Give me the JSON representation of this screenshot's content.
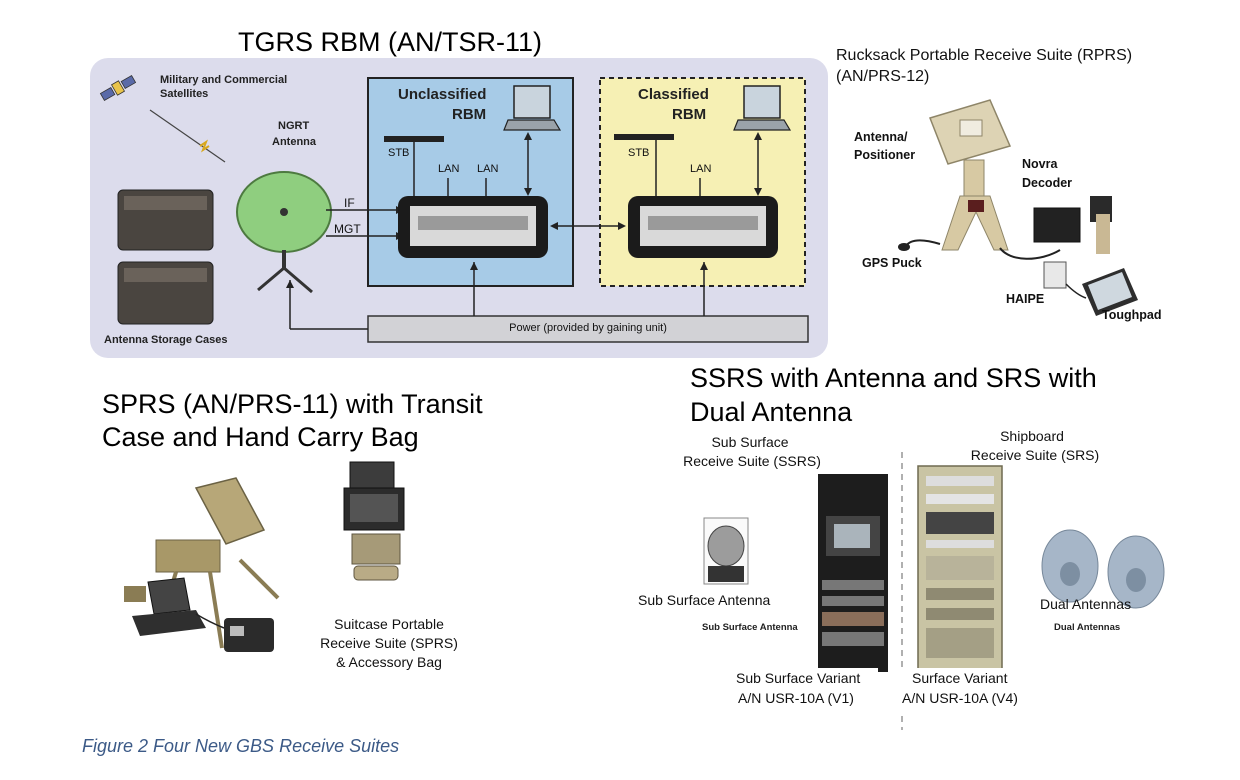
{
  "tgrs": {
    "title": "TGRS RBM (AN/TSR-11)",
    "satellites_label_1": "Military and Commercial",
    "satellites_label_2": "Satellites",
    "antenna_label_1": "NGRT",
    "antenna_label_2": "Antenna",
    "storage_label": "Antenna Storage Cases",
    "if_label": "IF",
    "mgt_label": "MGT",
    "unclassified_1": "Unclassified",
    "unclassified_2": "RBM",
    "classified_1": "Classified",
    "classified_2": "RBM",
    "stb_label": "STB",
    "lan_label": "LAN",
    "power_label": "Power (provided by gaining unit)",
    "colors": {
      "unclassified": "#a7cbe7",
      "classified": "#f6f0b4",
      "panel": "#dcdcec"
    }
  },
  "rprs": {
    "title_1": "Rucksack Portable Receive Suite (RPRS)",
    "title_2": "(AN/PRS-12)",
    "antenna_positioner_1": "Antenna/",
    "antenna_positioner_2": "Positioner",
    "novra_1": "Novra",
    "novra_2": "Decoder",
    "gps": "GPS Puck",
    "haipe": "HAIPE",
    "toughpad": "Toughpad"
  },
  "sprs": {
    "title_1": "SPRS (AN/PRS-11) with Transit",
    "title_2": "Case and Hand Carry Bag",
    "suitcase_1": "Suitcase Portable",
    "suitcase_2": "Receive Suite (SPRS)",
    "suitcase_3": "& Accessory Bag"
  },
  "ssrs": {
    "title_1": "SSRS with Antenna and SRS with",
    "title_2": "Dual Antenna",
    "sub_surface_1": "Sub Surface",
    "sub_surface_2": "Receive Suite (SSRS)",
    "shipboard_1": "Shipboard",
    "shipboard_2": "Receive Suite (SRS)",
    "sub_antenna": "Sub Surface Antenna",
    "sub_antenna_small": "Sub Surface Antenna",
    "dual_antennas": "Dual Antennas",
    "dual_antennas_small": "Dual Antennas",
    "sub_variant_1": "Sub Surface Variant",
    "sub_variant_2": "A/N USR-10A (V1)",
    "surface_variant_1": "Surface Variant",
    "surface_variant_2": "A/N USR-10A (V4)"
  },
  "caption": "Figure 2 Four New GBS Receive Suites"
}
